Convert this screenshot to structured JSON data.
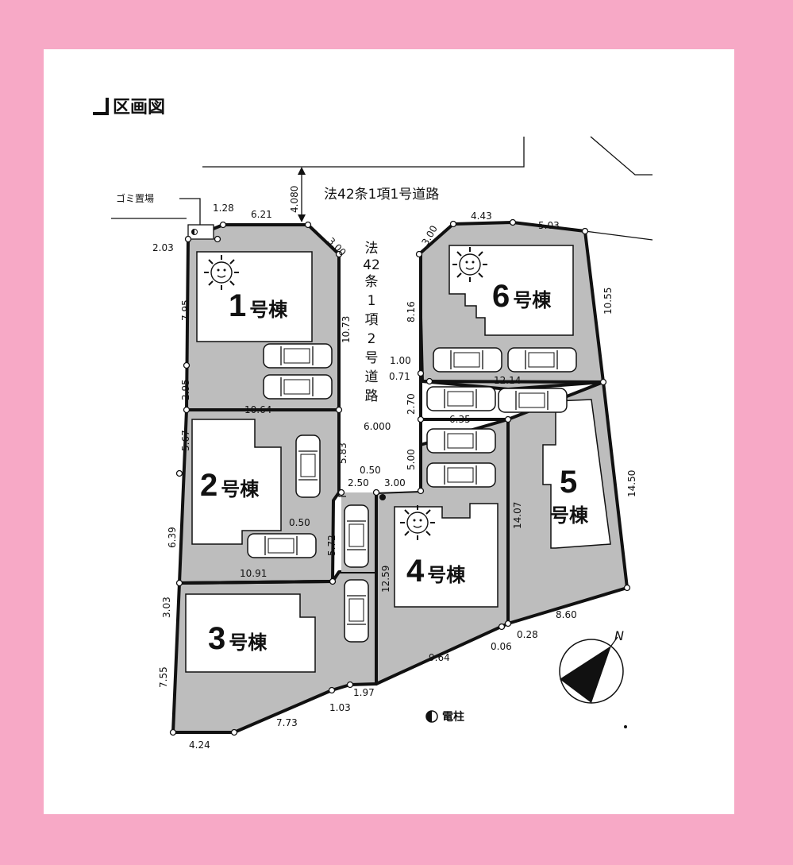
{
  "title": "区画図",
  "roads": {
    "main": "法42条1項1号道路",
    "private_chars": [
      "法",
      "42",
      "条",
      "1",
      "項",
      "2",
      "号",
      "道",
      "路"
    ],
    "road_width": "4.080",
    "private_width": "6.000"
  },
  "garbage_label": "ゴミ置場",
  "pole_label": "電柱",
  "north_label": "N",
  "lots": {
    "lot1": {
      "num": "1",
      "suffix": "号棟"
    },
    "lot2": {
      "num": "2",
      "suffix": "号棟"
    },
    "lot3": {
      "num": "3",
      "suffix": "号棟"
    },
    "lot4": {
      "num": "4",
      "suffix": "号棟"
    },
    "lot5": {
      "num": "5",
      "suffix": "号棟"
    },
    "lot6": {
      "num": "6",
      "suffix": "号棟"
    }
  },
  "dims": {
    "d1_28": "1.28",
    "d6_21": "6.21",
    "d3_00a": "3.00",
    "d2_03": "2.03",
    "d7_95": "7.95",
    "d10_73": "10.73",
    "d2_95": "2.95",
    "d10_64": "10.64",
    "d5_67": "5.67",
    "d6_39": "6.39",
    "d5_83": "5.83",
    "d0_50a": "0.50",
    "d2_50": "2.50",
    "d3_00b": "3.00",
    "d0_50b": "0.50",
    "d5_72": "5.72",
    "d10_91": "10.91",
    "d3_03": "3.03",
    "d7_55": "7.55",
    "d4_24": "4.24",
    "d7_73": "7.73",
    "d1_03": "1.03",
    "d1_97": "1.97",
    "d9_64": "9.64",
    "d12_59": "12.59",
    "d0_06": "0.06",
    "d0_28": "0.28",
    "d8_60": "8.60",
    "d14_07": "14.07",
    "d14_50": "14.50",
    "d6_35": "6.35",
    "d12_14": "12.14",
    "d10_55": "10.55",
    "d5_03": "5.03",
    "d4_43": "4.43",
    "d3_00c": "3.00",
    "d8_16": "8.16",
    "d1_00": "1.00",
    "d0_71": "0.71",
    "d2_70": "2.70",
    "d5_00": "5.00"
  }
}
